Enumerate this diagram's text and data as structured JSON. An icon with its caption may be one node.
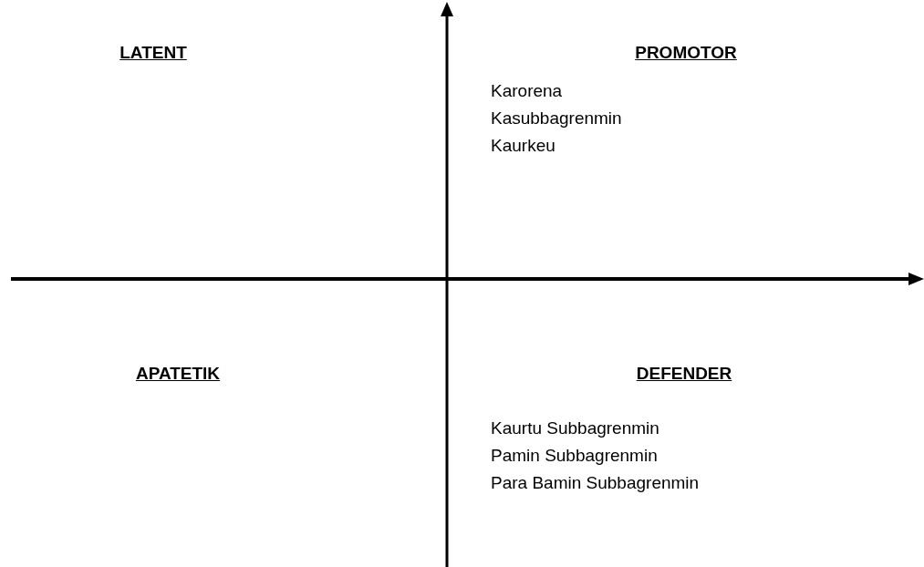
{
  "diagram": {
    "labels": [
      "LATENT",
      "PROMOTOR",
      "Karorena",
      "Kasubbagrenmin",
      "Kaurkeu",
      "APATETIK",
      "DEFENDER",
      "Kaurtu Subbagrenmin",
      "Pamin Subbagrenmin",
      "Para Bamin Subbagrenmin"
    ]
  }
}
